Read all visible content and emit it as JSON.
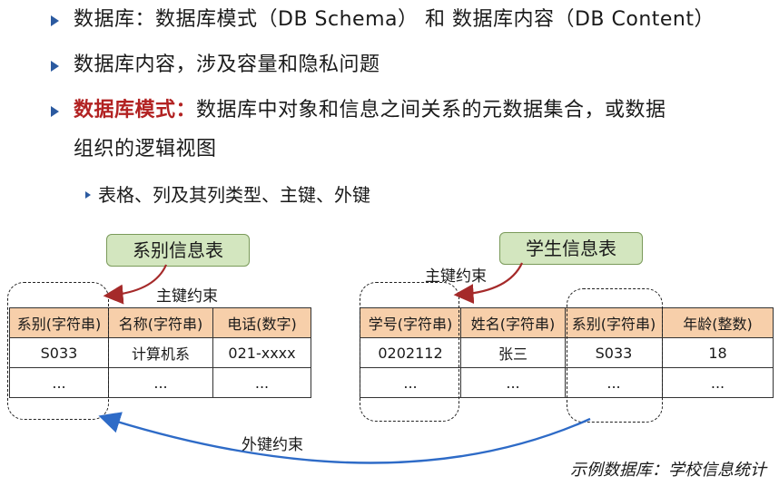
{
  "bullets": [
    {
      "text": "数据库：数据库模式（DB Schema） 和 数据库内容（DB Content）"
    },
    {
      "text": "数据库内容，涉及容量和隐私问题"
    },
    {
      "highlight": "数据库模式：",
      "text": "数据库中对象和信息之间关系的元数据集合，或数据",
      "continuation": "组织的逻辑视图"
    }
  ],
  "sub_bullet": "表格、列及其列类型、主键、外键",
  "dept_table": {
    "title": "系别信息表",
    "headers": [
      "系别(字符串)",
      "名称(字符串)",
      "电话(数字)"
    ],
    "rows": [
      [
        "S033",
        "计算机系",
        "021-xxxx"
      ],
      [
        "...",
        "...",
        "..."
      ]
    ],
    "pk_label": "主键约束"
  },
  "student_table": {
    "title": "学生信息表",
    "headers": [
      "学号(字符串)",
      "姓名(字符串)",
      "系别(字符串)",
      "年龄(整数)"
    ],
    "rows": [
      [
        "0202112",
        "张三",
        "S033",
        "18"
      ],
      [
        "...",
        "...",
        "...",
        "..."
      ]
    ],
    "pk_label": "主键约束"
  },
  "fk_label": "外键约束",
  "caption": "示例数据库：学校信息统计",
  "colors": {
    "bullet": "#2b5aa0",
    "highlight": "#b22222",
    "header_bg": "#f7cfaa",
    "title_bg": "#d3e6bf",
    "pk_arrow": "#a52a2a",
    "fk_arrow": "#2e6bc7"
  }
}
